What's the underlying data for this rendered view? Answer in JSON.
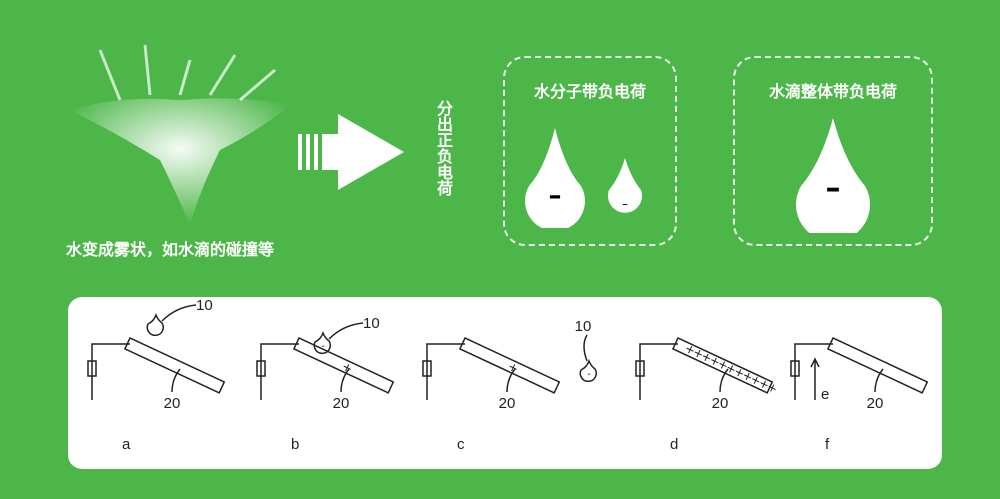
{
  "colors": {
    "background": "#4cb648",
    "panel": "#ffffff"
  },
  "left_caption": "水变成雾状，如水滴的碰撞等",
  "arrow_label": "分出正负电荷",
  "box1": {
    "title": "水分子带负电荷",
    "sign": "–"
  },
  "box2": {
    "title": "水滴整体带负电荷",
    "sign": "–"
  },
  "panels": [
    {
      "letter": "a",
      "drop_ref": "10",
      "plank_ref": "20"
    },
    {
      "letter": "b",
      "drop_ref": "10",
      "plank_ref": "20",
      "plank_charge": "+",
      "drop_charge": "-"
    },
    {
      "letter": "c",
      "drop_ref": "10",
      "plank_ref": "20",
      "plank_charge": "+",
      "drop_charge": "-"
    },
    {
      "letter": "d",
      "plank_ref": "20",
      "plank_charge": "+++++++++++"
    },
    {
      "letter": "f",
      "plank_ref": "20",
      "current_label": "e"
    }
  ]
}
